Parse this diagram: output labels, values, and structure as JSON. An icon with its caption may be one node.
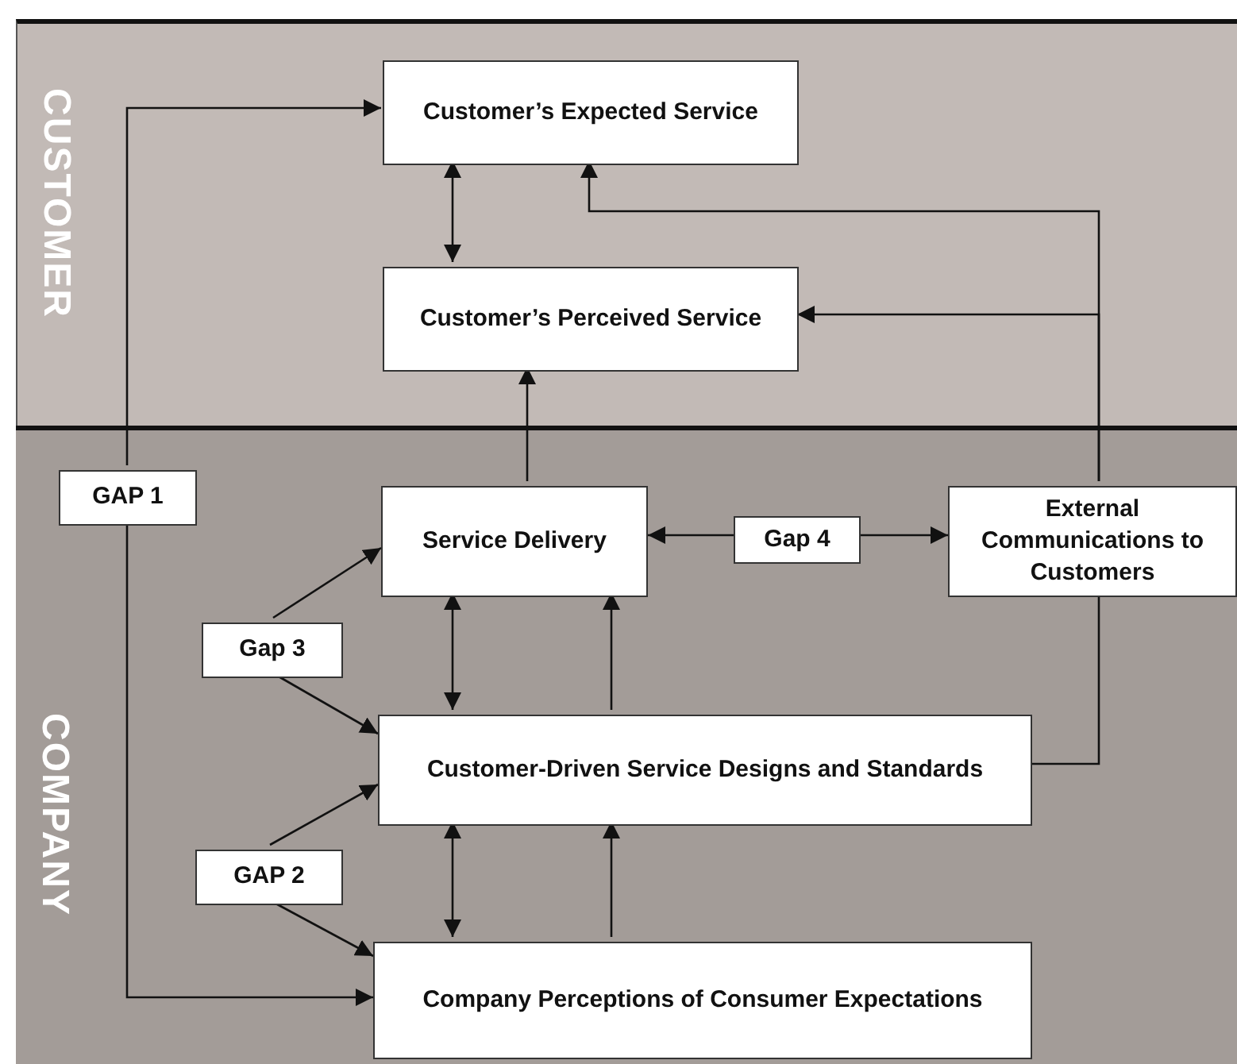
{
  "diagram": {
    "nodes": [
      {
        "text": [
          "CUSTOMER"
        ]
      },
      {
        "text": [
          "Customer’s Expected Service"
        ],
        "in": 0
      },
      {
        "text": [
          "Customer’s Perceived Service"
        ],
        "in": 0
      },
      {
        "text": [
          "COMPANY"
        ]
      },
      {
        "text": [
          "GAP 1"
        ],
        "in": 3
      },
      {
        "text": [
          "Service Delivery"
        ],
        "in": 3
      },
      {
        "text": [
          "Gap 4"
        ],
        "in": 3
      },
      {
        "text": [
          "External Communications to Customers"
        ],
        "in": 3
      },
      {
        "text": [
          "Gap 3"
        ],
        "in": 3
      },
      {
        "text": [
          "Customer-Driven Service Designs and Standards"
        ],
        "in": 3
      },
      {
        "text": [
          "GAP 2"
        ],
        "in": 3
      },
      {
        "text": [
          "Company Perceptions of Consumer Expectations"
        ],
        "in": 3
      }
    ],
    "edges": [
      {
        "from": 4,
        "to": 1,
        "arrow": "to"
      },
      {
        "from": 4,
        "to": 11,
        "arrow": "to"
      },
      {
        "from": 1,
        "to": 2,
        "arrow": "both"
      },
      {
        "from": 5,
        "to": 2,
        "arrow": "to"
      },
      {
        "from": 7,
        "to": 1,
        "arrow": "to"
      },
      {
        "from": 7,
        "to": 2,
        "arrow": "to"
      },
      {
        "from": 6,
        "to": 5,
        "arrow": "to"
      },
      {
        "from": 6,
        "to": 7,
        "arrow": "to"
      },
      {
        "from": 8,
        "to": 5,
        "arrow": "to"
      },
      {
        "from": 8,
        "to": 9,
        "arrow": "to"
      },
      {
        "from": 5,
        "to": 9,
        "arrow": "both"
      },
      {
        "from": 9,
        "to": 5,
        "arrow": "to"
      },
      {
        "from": 9,
        "to": 7,
        "arrow": "none"
      },
      {
        "from": 10,
        "to": 9,
        "arrow": "to"
      },
      {
        "from": 10,
        "to": 11,
        "arrow": "to"
      },
      {
        "from": 9,
        "to": 11,
        "arrow": "both"
      },
      {
        "from": 11,
        "to": 9,
        "arrow": "to"
      }
    ]
  }
}
